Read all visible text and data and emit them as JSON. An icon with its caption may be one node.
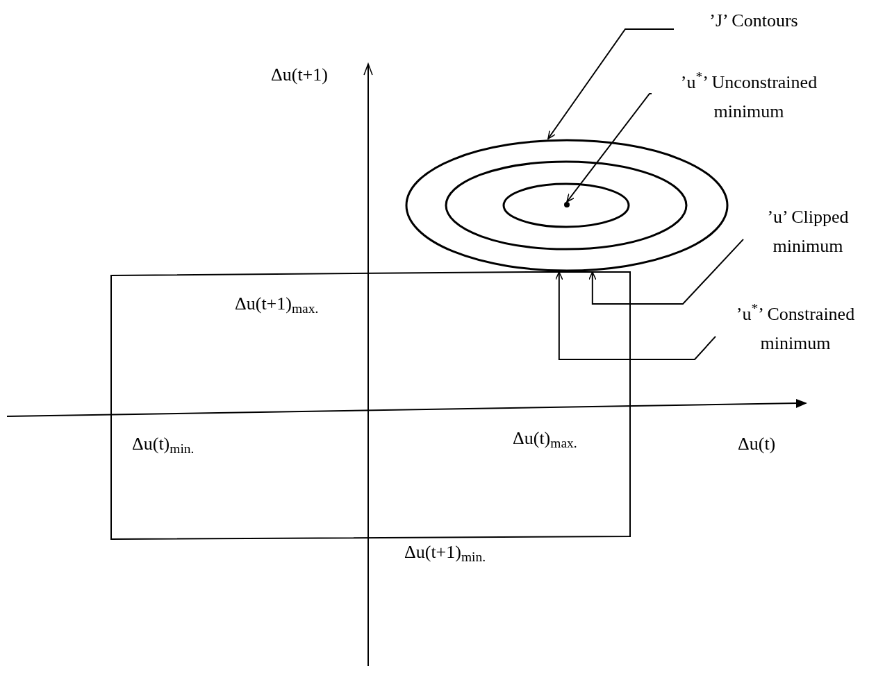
{
  "diagram": {
    "nodes": [
      {
        "text": [
          "’J’ Contours"
        ]
      },
      {
        "text": [],
        "shape": "ellipse"
      },
      {
        "text": [
          "’u$^{*}$’ Unconstrained minimum"
        ]
      },
      {
        "text": [],
        "shape": "dot",
        "in": 1
      },
      {
        "text": [
          "’u’ Clipped minimum"
        ]
      },
      {
        "text": [
          "’u$^{*}$’ Constrained minimum"
        ]
      }
    ],
    "edges": [
      {
        "from": 0,
        "to": 1,
        "arrow": "to"
      },
      {
        "from": 2,
        "to": 3,
        "arrow": "to"
      },
      {
        "from": 4,
        "to": 1,
        "arrow": "to"
      },
      {
        "from": 5,
        "to": 1,
        "arrow": "to"
      }
    ],
    "labels": [
      "Δu(t+1)",
      "Δu(t+1)$_{max.}$",
      "Δu(t)$_{min.}$",
      "Δu(t)$_{max.}$",
      "Δu(t)",
      "Δu(t+1)$_{min.}$"
    ]
  }
}
